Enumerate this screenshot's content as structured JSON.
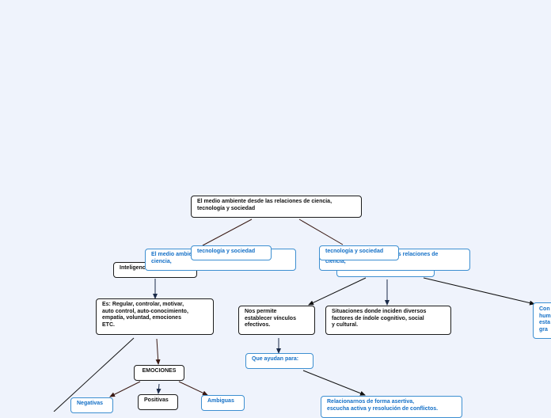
{
  "colors": {
    "background": "#eff3fc",
    "dark_border": "#1c1c1c",
    "blue_border": "#3d8fd1",
    "blue_text": "#1470c7"
  },
  "nodes": {
    "root": "El medio ambiente desde las relaciones de ciencia,\ntecnología y sociedad",
    "intel_emocional": "Inteligencia emocional",
    "ambiente_left": "El medio ambiente desde las relaciones de\nciencia,",
    "tecno_left": "tecnología y sociedad",
    "ambiente_right": "El medio ambiente desde las relaciones de\nciencia,",
    "tecno_right": "tecnología y sociedad",
    "es_regular": "Es: Regular, controlar, motivar,\nauto control, auto-conocimiento,\nempatía, voluntad, emociones\nETC.",
    "emociones": "EMOCIONES",
    "negativas": "Negativas",
    "positivas": "Positivas",
    "ambiguas": "Ambiguas",
    "nos_permite": "Nos permite\nestablecer vínculos\nefectivos.",
    "situaciones": "Situaciones donde inciden diversos\nfactores de índole cognitivo, social\ny cultural.",
    "que_ayudan": "Que ayudan para:",
    "relacionarnos": "Relacionarnos de forma asertiva,\nescucha activa y resolución de conflictos.",
    "right_edge": "Con\nhum\nesta\ngra"
  }
}
